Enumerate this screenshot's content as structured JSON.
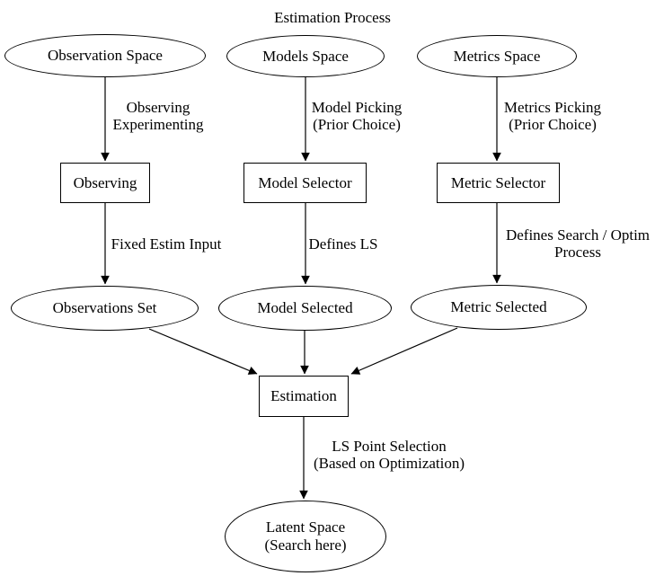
{
  "diagram": {
    "title": "Estimation Process",
    "type": "flowchart",
    "colors": {
      "stroke": "#000000",
      "fill": "#ffffff",
      "text": "#000000",
      "background": "#ffffff"
    }
  },
  "nodes": {
    "observation_space": {
      "label": "Observation Space",
      "shape": "ellipse"
    },
    "models_space": {
      "label": "Models Space",
      "shape": "ellipse"
    },
    "metrics_space": {
      "label": "Metrics Space",
      "shape": "ellipse"
    },
    "observing": {
      "label": "Observing",
      "shape": "box"
    },
    "model_selector": {
      "label": "Model Selector",
      "shape": "box"
    },
    "metric_selector": {
      "label": "Metric Selector",
      "shape": "box"
    },
    "observations_set": {
      "label": "Observations Set",
      "shape": "ellipse"
    },
    "model_selected": {
      "label": "Model Selected",
      "shape": "ellipse"
    },
    "metric_selected": {
      "label": "Metric Selected",
      "shape": "ellipse"
    },
    "estimation": {
      "label": "Estimation",
      "shape": "box"
    },
    "latent_space": {
      "label_line1": "Latent Space",
      "label_line2": "(Search here)",
      "shape": "ellipse"
    }
  },
  "edge_labels": {
    "obs_space_to_observing": {
      "line1": "Observing",
      "line2": "Experimenting"
    },
    "models_to_model_selector": {
      "line1": "Model Picking",
      "line2": "(Prior Choice)"
    },
    "metrics_to_metric_selector": {
      "line1": "Metrics Picking",
      "line2": "(Prior Choice)"
    },
    "observing_to_set": {
      "line1": "Fixed Estim Input"
    },
    "selector_to_model_selected": {
      "line1": "Defines LS"
    },
    "selector_to_metric_selected": {
      "line1": "Defines Search / Optim",
      "line2": "Process"
    },
    "estimation_to_latent": {
      "line1": "LS Point Selection",
      "line2": "(Based on Optimization)"
    }
  },
  "edges": [
    {
      "from": "Observation Space",
      "to": "Observing",
      "label": "Observing Experimenting"
    },
    {
      "from": "Models Space",
      "to": "Model Selector",
      "label": "Model Picking (Prior Choice)"
    },
    {
      "from": "Metrics Space",
      "to": "Metric Selector",
      "label": "Metrics Picking (Prior Choice)"
    },
    {
      "from": "Observing",
      "to": "Observations Set",
      "label": "Fixed Estim Input"
    },
    {
      "from": "Model Selector",
      "to": "Model Selected",
      "label": "Defines LS"
    },
    {
      "from": "Metric Selector",
      "to": "Metric Selected",
      "label": "Defines Search / Optim Process"
    },
    {
      "from": "Observations Set",
      "to": "Estimation",
      "label": ""
    },
    {
      "from": "Model Selected",
      "to": "Estimation",
      "label": ""
    },
    {
      "from": "Metric Selected",
      "to": "Estimation",
      "label": ""
    },
    {
      "from": "Estimation",
      "to": "Latent Space (Search here)",
      "label": "LS Point Selection (Based on Optimization)"
    }
  ]
}
